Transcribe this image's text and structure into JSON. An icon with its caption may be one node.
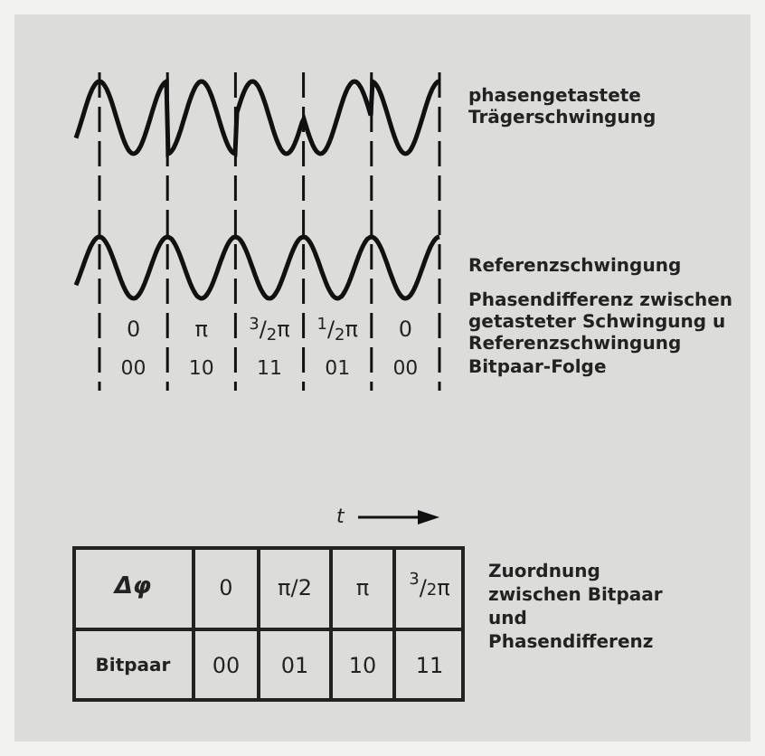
{
  "diagram": {
    "labels": [
      "phasengetastete Trägerschwingung",
      "Referenzschwingung",
      "0",
      "π",
      "$^{3}$/$_{2}$π",
      "$^{1}$/$_{2}$π",
      "0",
      "Phasendifferenz zwischen getasteter Schwingung u Referenzschwingung",
      "00",
      "10",
      "11",
      "01",
      "00",
      "Bitpaar-Folge",
      "t",
      "Δφ",
      "0",
      "π/2",
      "π",
      "$^{3}$/$_{2}$π",
      "Bitpaar",
      "00",
      "01",
      "10",
      "11",
      "Zuordnung zwischen Bitpaar und Phasendifferenz"
    ]
  }
}
